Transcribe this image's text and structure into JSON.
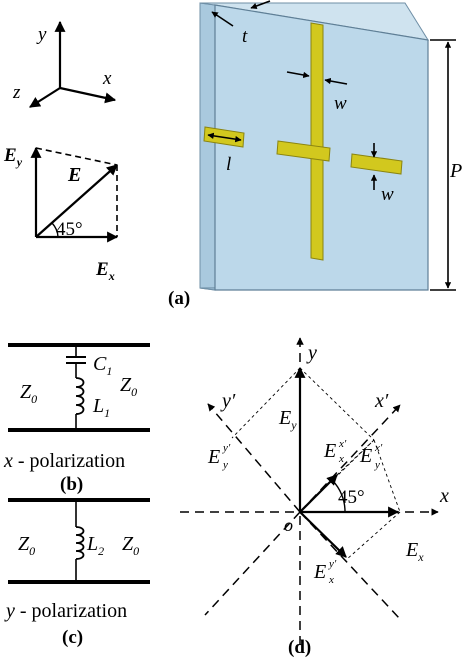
{
  "colors": {
    "glass_face": "#bcd8ea",
    "glass_edge": "#9fc0d6",
    "strip": "#d2c81e",
    "strip_edge": "#8a8410",
    "ink": "#000000"
  },
  "panel_a": {
    "caption": "(a)",
    "axes": {
      "x": "x",
      "y": "y",
      "z": "z"
    },
    "field": {
      "E": "E",
      "Ey": "E",
      "Ey_sub": "y",
      "Ex": "E",
      "Ex_sub": "x",
      "angle": "45°"
    },
    "dims": {
      "t": "t",
      "w_top": "w",
      "w_right": "w",
      "l": "l",
      "P": "P"
    }
  },
  "panel_b": {
    "caption": "(b)",
    "polarization": "x - polarization",
    "Z0_left": "Z",
    "Z0_right": "Z",
    "Z_sub": "0",
    "C": "C",
    "C_sub": "1",
    "L": "L",
    "L_sub": "1"
  },
  "panel_c": {
    "caption": "(c)",
    "polarization": "y - polarization",
    "Z0_left": "Z",
    "Z0_right": "Z",
    "Z_sub": "0",
    "L": "L",
    "L_sub": "2"
  },
  "panel_d": {
    "caption": "(d)",
    "axes": {
      "x": "x",
      "y": "y",
      "xp": "x′",
      "yp": "y′",
      "origin": "o"
    },
    "angle": "45°",
    "labels": {
      "Ey": "E",
      "Ey_sub": "y",
      "Ex": "E",
      "Ex_sub": "x",
      "Eyyp": "E",
      "Eyyp_sup": "y′",
      "Eyyp_sub": "y",
      "Exxp": "E",
      "Exxp_sup": "x′",
      "Exxp_sub": "x",
      "Eyxp": "E",
      "Eyxp_sup": "x′",
      "Eyxp_sub": "y",
      "Exyp": "E",
      "Exyp_sup": "y′",
      "Exyp_sub": "x"
    }
  }
}
